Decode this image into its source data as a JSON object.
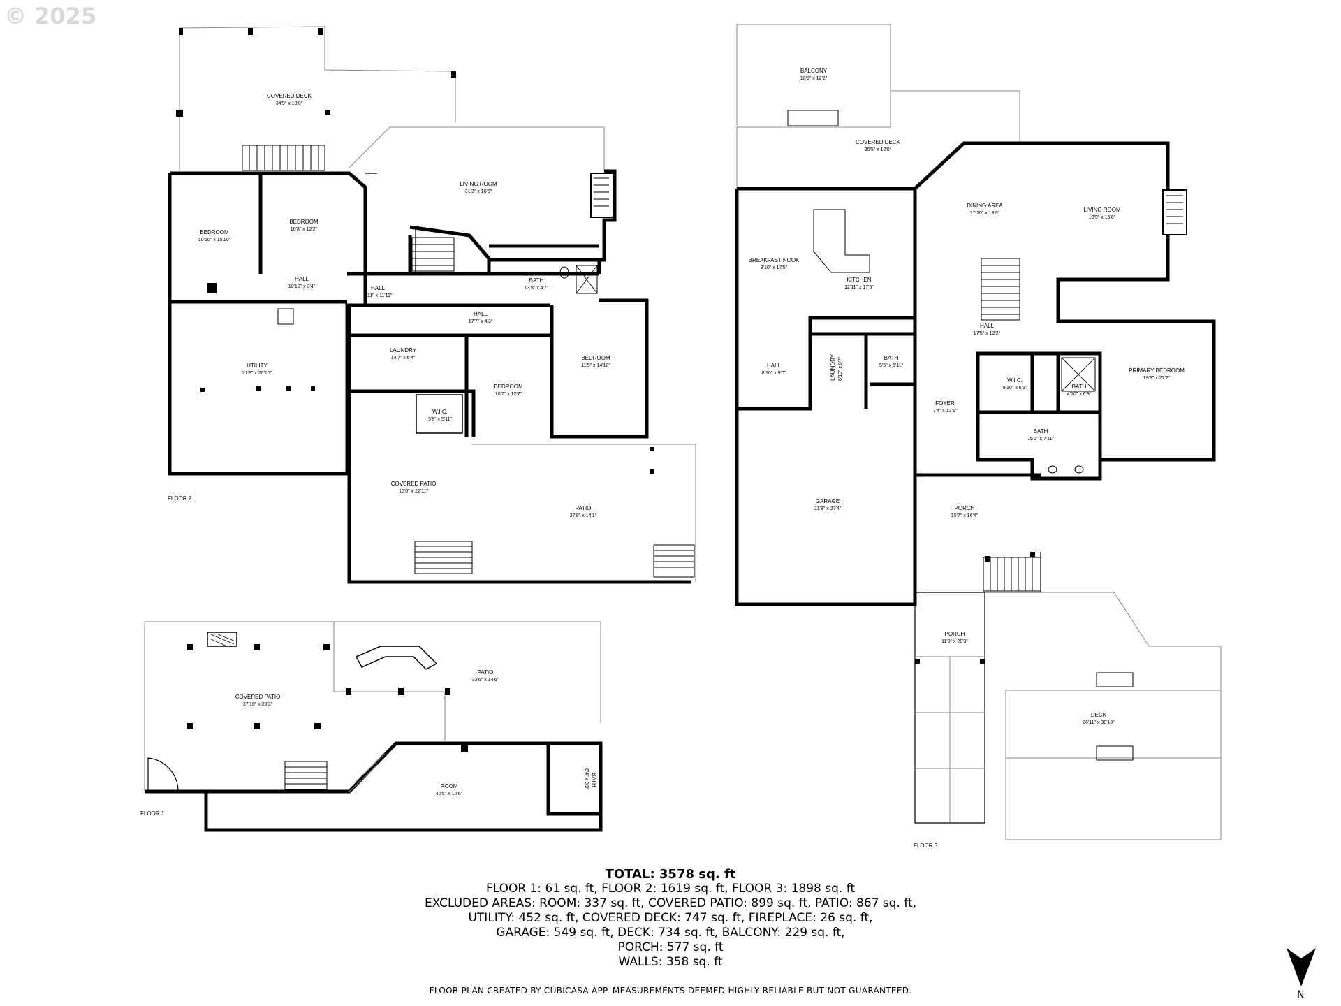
{
  "copyright": "© 2025",
  "floor_labels": {
    "floor1": "FLOOR 1",
    "floor2": "FLOOR 2",
    "floor3": "FLOOR 3"
  },
  "rooms": [
    {
      "id": "f2-covered-deck",
      "name": "COVERED DECK",
      "dim": "34'9\" x 18'0\""
    },
    {
      "id": "f2-living-room",
      "name": "LIVING ROOM",
      "dim": "31'3\" x 16'6\""
    },
    {
      "id": "f2-bedroom-1",
      "name": "BEDROOM",
      "dim": "10'10\" x 15'10\""
    },
    {
      "id": "f2-bedroom-2",
      "name": "BEDROOM",
      "dim": "10'8\" x 12'2\""
    },
    {
      "id": "f2-hall-1",
      "name": "HALL",
      "dim": "10'10\" x 3'4\""
    },
    {
      "id": "f2-hall-2",
      "name": "HALL",
      "dim": "7'11\" x 11'11\""
    },
    {
      "id": "f2-bath",
      "name": "BATH",
      "dim": "13'9\" x 4'7\""
    },
    {
      "id": "f2-hall-3",
      "name": "HALL",
      "dim": "17'7\" x 4'3\""
    },
    {
      "id": "f2-utility",
      "name": "UTILITY",
      "dim": "21'8\" x 20'10\""
    },
    {
      "id": "f2-laundry",
      "name": "LAUNDRY",
      "dim": "14'7\" x 6'4\""
    },
    {
      "id": "f2-bedroom-3",
      "name": "BEDROOM",
      "dim": "10'7\" x 12'7\""
    },
    {
      "id": "f2-bedroom-4",
      "name": "BEDROOM",
      "dim": "11'5\" x 14'10\""
    },
    {
      "id": "f2-wic",
      "name": "W.I.C.",
      "dim": "5'8\" x 5'11\""
    },
    {
      "id": "f2-covered-patio",
      "name": "COVERED PATIO",
      "dim": "15'0\" x 22'11\""
    },
    {
      "id": "f2-patio",
      "name": "PATIO",
      "dim": "27'8\" x 14'1\""
    },
    {
      "id": "f1-covered-patio",
      "name": "COVERED PATIO",
      "dim": "37'10\" x 20'3\""
    },
    {
      "id": "f1-patio",
      "name": "PATIO",
      "dim": "33'6\" x 14'6\""
    },
    {
      "id": "f1-room",
      "name": "ROOM",
      "dim": "42'5\" x 10'6\""
    },
    {
      "id": "f1-bath",
      "name": "BATH",
      "dim": "6'4\" x 8'9\""
    },
    {
      "id": "f3-balcony",
      "name": "BALCONY",
      "dim": "18'9\" x 12'2\""
    },
    {
      "id": "f3-covered-deck",
      "name": "COVERED DECK",
      "dim": "35'5\" x 12'0\""
    },
    {
      "id": "f3-dining-area",
      "name": "DINING AREA",
      "dim": "17'10\" x 13'9\""
    },
    {
      "id": "f3-living-room",
      "name": "LIVING ROOM",
      "dim": "13'9\" x 16'6\""
    },
    {
      "id": "f3-breakfast-nook",
      "name": "BREAKFAST NOOK",
      "dim": "8'10\" x 17'5\""
    },
    {
      "id": "f3-kitchen",
      "name": "KITCHEN",
      "dim": "12'11\" x 17'5\""
    },
    {
      "id": "f3-hall-1",
      "name": "HALL",
      "dim": "17'5\" x 12'2\""
    },
    {
      "id": "f3-hall-2",
      "name": "HALL",
      "dim": "8'10\" x 9'0\""
    },
    {
      "id": "f3-laundry",
      "name": "LAUNDRY",
      "dim": "6'10\" x 8'7\""
    },
    {
      "id": "f3-bath-1",
      "name": "BATH",
      "dim": "5'5\" x 5'11\""
    },
    {
      "id": "f3-wic",
      "name": "W.I.C.",
      "dim": "9'10\" x 6'9\""
    },
    {
      "id": "f3-bath-2",
      "name": "BATH",
      "dim": "4'10\" x 6'9\""
    },
    {
      "id": "f3-primary-bedroom",
      "name": "PRIMARY BEDROOM",
      "dim": "19'3\" x 22'2\""
    },
    {
      "id": "f3-foyer",
      "name": "FOYER",
      "dim": "7'4\" x 13'1\""
    },
    {
      "id": "f3-bath-3",
      "name": "BATH",
      "dim": "15'2\" x 7'11\""
    },
    {
      "id": "f3-garage",
      "name": "GARAGE",
      "dim": "21'8\" x 27'4\""
    },
    {
      "id": "f3-porch-1",
      "name": "PORCH",
      "dim": "15'7\" x 16'4\""
    },
    {
      "id": "f3-porch-2",
      "name": "PORCH",
      "dim": "11'0\" x 28'3\""
    },
    {
      "id": "f3-deck",
      "name": "DECK",
      "dim": "26'11\" x 30'10\""
    }
  ],
  "summary": {
    "total": "TOTAL: 3578 sq. ft",
    "lines": [
      "FLOOR 1: 61 sq. ft, FLOOR 2: 1619 sq. ft, FLOOR 3: 1898 sq. ft",
      "EXCLUDED AREAS: ROOM: 337 sq. ft, COVERED PATIO: 899 sq. ft, PATIO: 867 sq. ft,",
      "UTILITY: 452 sq. ft, COVERED DECK: 747 sq. ft, FIREPLACE: 26 sq. ft,",
      "GARAGE: 549 sq. ft, DECK: 734 sq. ft, BALCONY: 229 sq. ft,",
      "PORCH: 577 sq. ft",
      "WALLS: 358 sq. ft"
    ]
  },
  "disclaimer": "FLOOR PLAN CREATED BY CUBICASA APP. MEASUREMENTS DEEMED HIGHLY RELIABLE BUT NOT GUARANTEED.",
  "north_label": "N"
}
